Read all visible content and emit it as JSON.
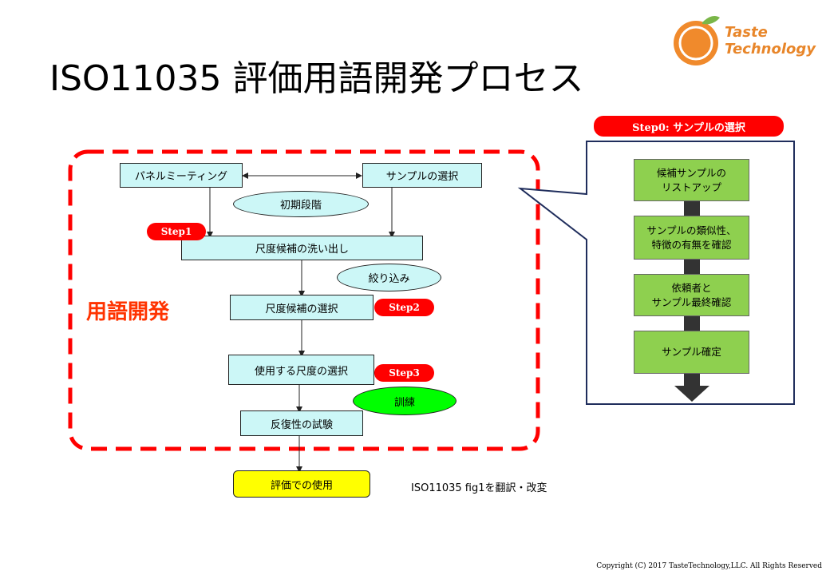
{
  "title": "ISO11035  評価用語開発プロセス",
  "logo": {
    "line1": "Taste",
    "line2": "Technology"
  },
  "side_label": "用語開発",
  "flow": {
    "panel_meeting": "パネルミーティング",
    "sample_select": "サンプルの選択",
    "initial_stage": "初期段階",
    "scale_candidates": "尺度候補の洗い出し",
    "narrowing": "絞り込み",
    "scale_select": "尺度候補の選択",
    "use_scale_select": "使用する尺度の選択",
    "training": "訓練",
    "repeatability": "反復性の試験",
    "evaluation_use": "評価での使用"
  },
  "steps": {
    "step0": "Step0: サンプルの選択",
    "step1": "Step1",
    "step2": "Step2",
    "step3": "Step3"
  },
  "step0_items": [
    "候補サンプルの\nリストアップ",
    "サンプルの類似性、\n特徴の有無を確認",
    "依頼者と\nサンプル最終確認",
    "サンプル確定"
  ],
  "caption": "ISO11035 fig1を翻訳・改変",
  "copyright": "Copyright (C) 2017 TasteTechnology,LLC. All Rights Reserved",
  "colors": {
    "box_fill": "#ccf7f7",
    "red": "#ff0000",
    "green": "#8ed04f",
    "yellow": "#ffff00",
    "navy": "#1f2d5c",
    "logo_orange": "#e8862a"
  }
}
